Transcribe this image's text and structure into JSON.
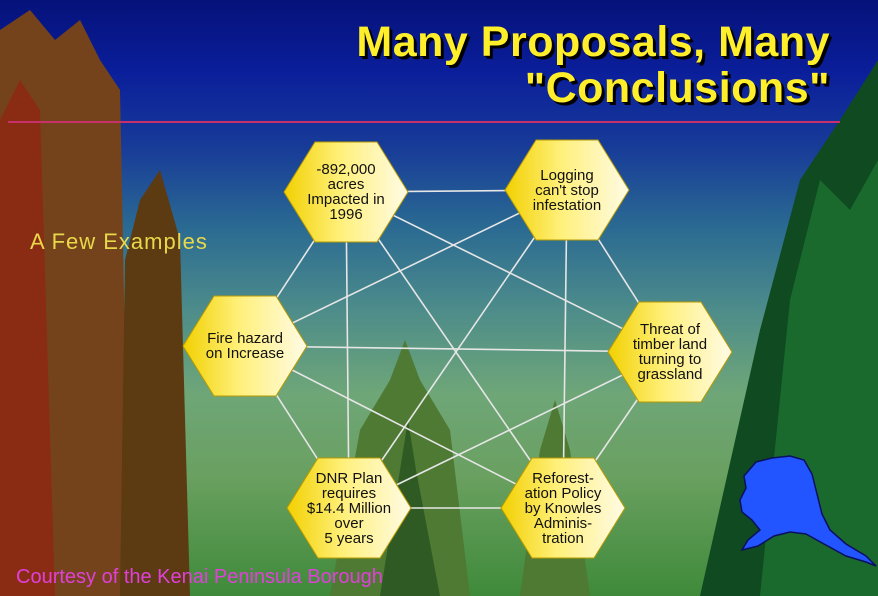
{
  "title": {
    "line1": "Many Proposals, Many",
    "line2": "\"Conclusions\""
  },
  "subtitle": "A Few Examples",
  "credit": "Courtesy of the Kenai Peninsula Borough",
  "colors": {
    "title_text": "#ffee2a",
    "hexagon_fill_light": "#fffbe0",
    "hexagon_fill_dark": "#f2d000",
    "connector_lines": "#e6e6e6",
    "divider_line": "#c8306a",
    "credit_text": "#e040d8",
    "alaska_map": "#2255ff"
  },
  "nodes": [
    {
      "id": "acres",
      "text": "-892,000\nacres\nImpacted in\n1996"
    },
    {
      "id": "logging",
      "text": "Logging\ncan't stop\ninfestation"
    },
    {
      "id": "fire",
      "text": "Fire hazard\non Increase"
    },
    {
      "id": "grassland",
      "text": "Threat of\ntimber land\nturning to\ngrassland"
    },
    {
      "id": "dnr",
      "text": "DNR Plan\nrequires\n$14.4 Million\nover\n5 years"
    },
    {
      "id": "reforestation",
      "text": "Reforest-\nation Policy\nby Knowles\nAdminis-\ntration"
    }
  ],
  "icons": {
    "map": "alaska-map-icon"
  }
}
